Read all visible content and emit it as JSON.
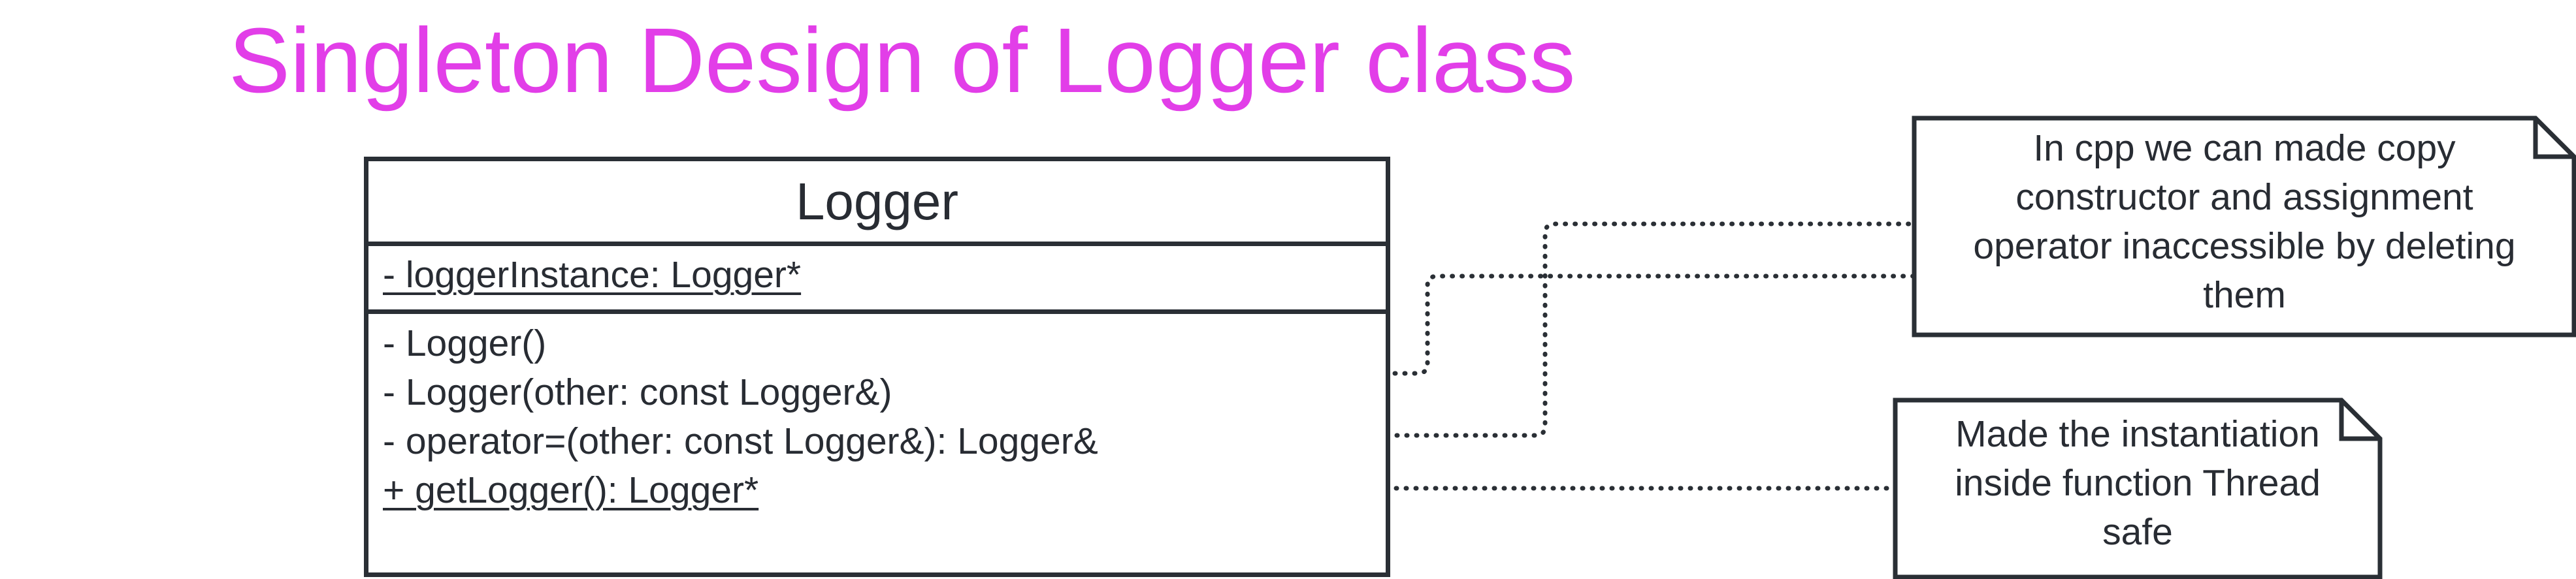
{
  "diagram": {
    "title": "Singleton Design of Logger class",
    "colors": {
      "title": "#e23ee8",
      "stroke": "#2a2f35",
      "text": "#282c33",
      "background": "#ffffff"
    },
    "uml_class": {
      "name": "Logger",
      "attributes": [
        {
          "text": "- loggerInstance: Logger*",
          "static": true
        }
      ],
      "methods": [
        {
          "text": "- Logger()",
          "static": false
        },
        {
          "text": "- Logger(other: const Logger&)",
          "static": false
        },
        {
          "text": "- operator=(other: const Logger&): Logger&",
          "static": false
        },
        {
          "text": "+ getLogger(): Logger*",
          "static": true
        }
      ]
    },
    "notes": [
      {
        "text": "In cpp we can made copy constructor and assignment operator inaccessible by deleting them",
        "lines": [
          "In cpp we can made copy",
          "constructor and assignment",
          "operator inaccessible by deleting",
          "them"
        ],
        "annotates": [
          "- Logger(other: const Logger&)",
          "- operator=(other: const Logger&): Logger&"
        ]
      },
      {
        "text": "Made the instantiation inside function Thread safe",
        "lines": [
          "Made the instantiation",
          "inside function Thread",
          "safe"
        ],
        "annotates": [
          "+ getLogger(): Logger*"
        ]
      }
    ]
  }
}
